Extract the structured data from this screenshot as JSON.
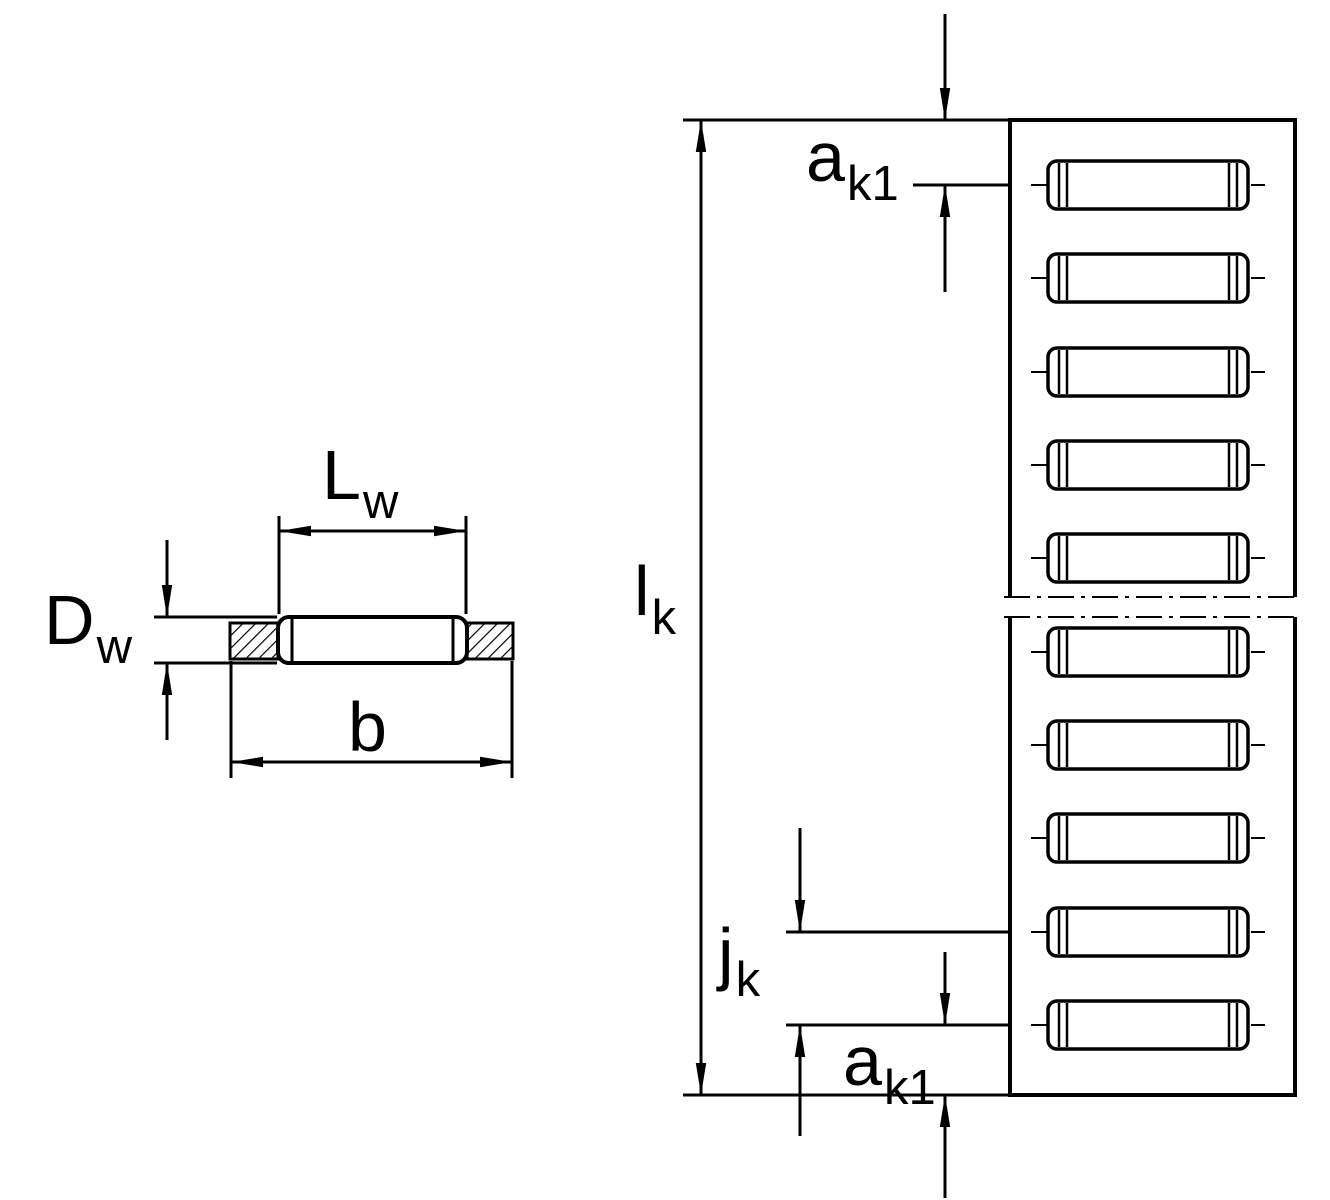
{
  "drawing": {
    "background_color": "#ffffff",
    "line_color": "#000000"
  },
  "labels": {
    "roller_length": {
      "base": "L",
      "sub": "w"
    },
    "roller_diameter": {
      "base": "D",
      "sub": "w"
    },
    "section_width": {
      "base": "b",
      "sub": ""
    },
    "cage_length": {
      "base": "l",
      "sub": "k"
    },
    "end_distance_top": {
      "base": "a",
      "sub": "k1"
    },
    "pocket_pitch": {
      "base": "j",
      "sub": "k"
    },
    "end_distance_bottom": {
      "base": "a",
      "sub": "k1"
    }
  },
  "flat_cage": {
    "roller_count": 10,
    "rollers_per_segment": 5,
    "roller_centers_y": [
      185,
      278,
      372,
      465,
      558,
      652,
      745,
      838,
      932,
      1025
    ]
  }
}
